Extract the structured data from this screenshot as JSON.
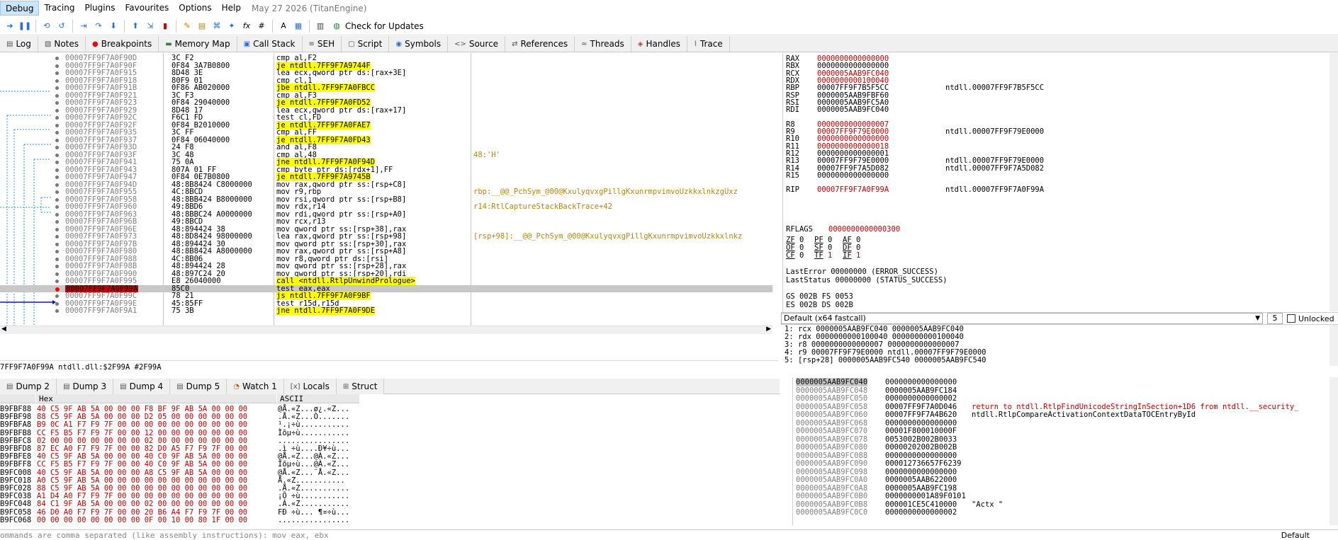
{
  "menu": {
    "items": [
      "Debug",
      "Tracing",
      "Plugins",
      "Favourites",
      "Options",
      "Help"
    ],
    "date": "May 27 2026 (TitanEngine)"
  },
  "toolbar": {
    "check_updates": "Check for Updates"
  },
  "tabs": [
    "Log",
    "Notes",
    "Breakpoints",
    "Memory Map",
    "Call Stack",
    "SEH",
    "Script",
    "Symbols",
    "Source",
    "References",
    "Threads",
    "Handles",
    "Trace"
  ],
  "disasm": [
    {
      "addr": "00007FF9F7A0F90D",
      "bytes": "3C F2",
      "instr": "cmp al,F2",
      "cmt": ""
    },
    {
      "addr": "00007FF9F7A0F90F",
      "bytes": "0F84 3A7B0800",
      "instr": "je ntdll.7FF9F7A9744F",
      "cmt": "",
      "j": true
    },
    {
      "addr": "00007FF9F7A0F915",
      "bytes": "8D48 3E",
      "instr": "lea ecx,qword ptr ds:[rax+3E]",
      "cmt": ""
    },
    {
      "addr": "00007FF9F7A0F918",
      "bytes": "80F9 01",
      "instr": "cmp cl,1",
      "cmt": ""
    },
    {
      "addr": "00007FF9F7A0F91B",
      "bytes": "0F86 AB020000",
      "instr": "jbe ntdll.7FF9F7A0FBCC",
      "cmt": "",
      "j": true
    },
    {
      "addr": "00007FF9F7A0F921",
      "bytes": "3C F3",
      "instr": "cmp al,F3",
      "cmt": ""
    },
    {
      "addr": "00007FF9F7A0F923",
      "bytes": "0F84 29040000",
      "instr": "je ntdll.7FF9F7A0FD52",
      "cmt": "",
      "j": true
    },
    {
      "addr": "00007FF9F7A0F929",
      "bytes": "8D48 17",
      "instr": "lea ecx,qword ptr ds:[rax+17]",
      "cmt": ""
    },
    {
      "addr": "00007FF9F7A0F92C",
      "bytes": "F6C1 FD",
      "instr": "test cl,FD",
      "cmt": ""
    },
    {
      "addr": "00007FF9F7A0F92F",
      "bytes": "0F84 B2010000",
      "instr": "je ntdll.7FF9F7A0FAE7",
      "cmt": "",
      "j": true
    },
    {
      "addr": "00007FF9F7A0F935",
      "bytes": "3C FF",
      "instr": "cmp al,FF",
      "cmt": ""
    },
    {
      "addr": "00007FF9F7A0F937",
      "bytes": "0F84 06040000",
      "instr": "je ntdll.7FF9F7A0FD43",
      "cmt": "",
      "j": true
    },
    {
      "addr": "00007FF9F7A0F93D",
      "bytes": "24 F8",
      "instr": "and al,F8",
      "cmt": ""
    },
    {
      "addr": "00007FF9F7A0F93F",
      "bytes": "3C 48",
      "instr": "cmp al,48",
      "cmt": "48:'H'"
    },
    {
      "addr": "00007FF9F7A0F941",
      "bytes": "75 0A",
      "instr": "jne ntdll.7FF9F7A0F94D",
      "cmt": "",
      "j": true
    },
    {
      "addr": "00007FF9F7A0F943",
      "bytes": "807A 01 FF",
      "instr": "cmp byte ptr ds:[rdx+1],FF",
      "cmt": ""
    },
    {
      "addr": "00007FF9F7A0F947",
      "bytes": "0F84 0E7B0800",
      "instr": "je ntdll.7FF9F7A9745B",
      "cmt": "",
      "j": true
    },
    {
      "addr": "00007FF9F7A0F94D",
      "bytes": "48:8B8424 C8000000",
      "instr": "mov rax,qword ptr ss:[rsp+C8]",
      "cmt": ""
    },
    {
      "addr": "00007FF9F7A0F955",
      "bytes": "4C:8BCD",
      "instr": "mov r9,rbp",
      "cmt": "rbp:__@@_PchSym_@00@KxulyqvxgPillgKxunrmpvimvoUzkkxlnkzgUxz"
    },
    {
      "addr": "00007FF9F7A0F958",
      "bytes": "48:8BB424 B8000000",
      "instr": "mov rsi,qword ptr ss:[rsp+B8]",
      "cmt": ""
    },
    {
      "addr": "00007FF9F7A0F960",
      "bytes": "49:8BD6",
      "instr": "mov rdx,r14",
      "cmt": "r14:RtlCaptureStackBackTrace+42"
    },
    {
      "addr": "00007FF9F7A0F963",
      "bytes": "48:8BBC24 A0000000",
      "instr": "mov rdi,qword ptr ss:[rsp+A0]",
      "cmt": ""
    },
    {
      "addr": "00007FF9F7A0F96B",
      "bytes": "49:8BCD",
      "instr": "mov rcx,r13",
      "cmt": ""
    },
    {
      "addr": "00007FF9F7A0F96E",
      "bytes": "48:894424 38",
      "instr": "mov qword ptr ss:[rsp+38],rax",
      "cmt": ""
    },
    {
      "addr": "00007FF9F7A0F973",
      "bytes": "48:8D8424 98000000",
      "instr": "lea rax,qword ptr ss:[rsp+98]",
      "cmt": "[rsp+98]:__@@_PchSym_@00@KxulyqvxgPillgKxunrmpvimvoUzkkxlnkz"
    },
    {
      "addr": "00007FF9F7A0F97B",
      "bytes": "48:894424 30",
      "instr": "mov qword ptr ss:[rsp+30],rax",
      "cmt": ""
    },
    {
      "addr": "00007FF9F7A0F980",
      "bytes": "48:8B8424 A8000000",
      "instr": "mov rax,qword ptr ss:[rsp+A8]",
      "cmt": ""
    },
    {
      "addr": "00007FF9F7A0F988",
      "bytes": "4C:8B06",
      "instr": "mov r8,qword ptr ds:[rsi]",
      "cmt": ""
    },
    {
      "addr": "00007FF9F7A0F98B",
      "bytes": "48:894424 28",
      "instr": "mov qword ptr ss:[rsp+28],rax",
      "cmt": ""
    },
    {
      "addr": "00007FF9F7A0F990",
      "bytes": "48:897C24 20",
      "instr": "mov qword ptr ss:[rsp+20],rdi",
      "cmt": ""
    },
    {
      "addr": "00007FF9F7A0F995",
      "bytes": "E8 26040000",
      "instr": "call <ntdll.RtlpUnwindPrologue>",
      "cmt": "",
      "c": true
    },
    {
      "addr": "00007FF9F7A0F99A",
      "bytes": "85C0",
      "instr": "test eax,eax",
      "cmt": "",
      "sel": true
    },
    {
      "addr": "00007FF9F7A0F99C",
      "bytes": "78 21",
      "instr": "js ntdll.7FF9F7A0F9BF",
      "cmt": "",
      "j": true
    },
    {
      "addr": "00007FF9F7A0F99E",
      "bytes": "45:85FF",
      "instr": "test r15d,r15d",
      "cmt": ""
    },
    {
      "addr": "00007FF9F7A0F9A1",
      "bytes": "75 3B",
      "instr": "jne ntdll.7FF9F7A0F9DE",
      "cmt": "",
      "j": true
    }
  ],
  "registers": [
    {
      "name": "RAX",
      "val": "0000000000000000",
      "cmt": "",
      "red": true
    },
    {
      "name": "RBX",
      "val": "0000000000000000",
      "cmt": "",
      "red": false
    },
    {
      "name": "RCX",
      "val": "0000005AAB9FC040",
      "cmt": "",
      "red": true
    },
    {
      "name": "RDX",
      "val": "0000000000100040",
      "cmt": "",
      "red": true
    },
    {
      "name": "RBP",
      "val": "00007FF9F7B5F5CC",
      "cmt": "ntdll.00007FF9F7B5F5CC",
      "red": false
    },
    {
      "name": "RSP",
      "val": "0000005AAB9FBF60",
      "cmt": "",
      "red": false
    },
    {
      "name": "RSI",
      "val": "0000005AAB9FC5A0",
      "cmt": "",
      "red": false
    },
    {
      "name": "RDI",
      "val": "0000005AAB9FC040",
      "cmt": "",
      "red": false
    },
    {
      "name": "",
      "val": "",
      "cmt": "",
      "red": false
    },
    {
      "name": "R8",
      "val": "0000000000000007",
      "cmt": "",
      "red": true
    },
    {
      "name": "R9",
      "val": "00007FF9F79E0000",
      "cmt": "ntdll.00007FF9F79E0000",
      "red": true
    },
    {
      "name": "R10",
      "val": "0000000000000000",
      "cmt": "",
      "red": true
    },
    {
      "name": "R11",
      "val": "0000000000000018",
      "cmt": "",
      "red": true
    },
    {
      "name": "R12",
      "val": "0000000000000001",
      "cmt": "",
      "red": false
    },
    {
      "name": "R13",
      "val": "00007FF9F79E0000",
      "cmt": "ntdll.00007FF9F79E0000",
      "red": false
    },
    {
      "name": "R14",
      "val": "00007FF9F7A5D082",
      "cmt": "ntdll.00007FF9F7A5D082",
      "red": false
    },
    {
      "name": "R15",
      "val": "0000000000000000",
      "cmt": "",
      "red": false
    },
    {
      "name": "",
      "val": "",
      "cmt": "",
      "red": false
    },
    {
      "name": "RIP",
      "val": "00007FF9F7A0F99A",
      "cmt": "ntdll.00007FF9F7A0F99A",
      "red": true
    }
  ],
  "rflags": {
    "label": "RFLAGS",
    "val": "0000000000000300"
  },
  "flags": [
    {
      "n1": "ZF",
      "v1": "0",
      "n2": "PF",
      "v2": "0",
      "n3": "AF",
      "v3": "0"
    },
    {
      "n1": "OF",
      "v1": "0",
      "n2": "SF",
      "v2": "0",
      "n3": "DF",
      "v3": "0"
    },
    {
      "n1": "CF",
      "v1": "0",
      "n2": "TF",
      "v2": "1",
      "n3": "IF",
      "v3": "1"
    }
  ],
  "last_error": "LastError  00000000 (ERROR_SUCCESS)",
  "last_status": "LastStatus 00000000 (STATUS_SUCCESS)",
  "segments": [
    "GS 002B  FS 0053",
    "ES 002B  DS 002B"
  ],
  "callconv": {
    "label": "Default (x64 fastcall)",
    "count": "5",
    "unlocked": "Unlocked"
  },
  "args": [
    "1: rcx 0000005AAB9FC040 0000005AAB9FC040",
    "2: rdx 0000000000100040 0000000000100040",
    "3: r8 0000000000000007 0000000000000007",
    "4: r9 00007FF9F79E0000 ntdll.00007FF9F79E0000",
    "5: [rsp+28] 0000005AAB9FC540 0000005AAB9FC540"
  ],
  "info_line": "7FF9F7A0F99A ntdll.dll:$2F99A #2F99A",
  "dump_tabs": [
    "Dump 2",
    "Dump 3",
    "Dump 4",
    "Dump 5",
    "Watch 1",
    "Locals",
    "Struct"
  ],
  "dump_head": {
    "hex": "Hex",
    "ascii": "ASCII"
  },
  "dump": [
    {
      "addr": "B9FBF88",
      "hex": "40 C5 9F AB 5A 00 00 00 F8 BF 9F AB 5A 00 00 00",
      "ascii": "@Å.«Z...ø¿.«Z..."
    },
    {
      "addr": "B9FBF98",
      "hex": "88 C5 9F AB 5A 00 00 00 D2 05 00 00 00 00 00 00",
      "ascii": ".Å.«Z...Ò......."
    },
    {
      "addr": "B9FBFA8",
      "hex": "B9 0C A1 F7 F9 7F 00 00 00 00 00 00 00 00 00 00",
      "ascii": "¹.¡÷ù..........."
    },
    {
      "addr": "B9FBFB8",
      "hex": "CC F5 B5 F7 F9 7F 00 00 12 00 00 00 00 00 00 00",
      "ascii": "Ìõµ÷ù..........."
    },
    {
      "addr": "B9FBFC8",
      "hex": "02 00 00 00 00 00 00 00 02 00 00 00 00 00 00 00",
      "ascii": "................"
    },
    {
      "addr": "B9FBFD8",
      "hex": "87 EC A0 F7 F9 7F 00 00 82 D0 A5 F7 F9 7F 00 00",
      "ascii": ".ì ÷ù....Ð¥÷ù..."
    },
    {
      "addr": "B9FBFE8",
      "hex": "40 C5 9F AB 5A 00 00 00 40 C0 9F AB 5A 00 00 00",
      "ascii": "@Å.«Z...@À.«Z..."
    },
    {
      "addr": "B9FBFF8",
      "hex": "CC F5 B5 F7 F9 7F 00 00 40 C0 9F AB 5A 00 00 00",
      "ascii": "Ìõµ÷ù...@À.«Z..."
    },
    {
      "addr": "B9FC008",
      "hex": "40 C5 9F AB 5A 00 00 00 A8 C5 9F AB 5A 00 00 00",
      "ascii": "@Å.«Z...¨Å.«Z..."
    },
    {
      "addr": "B9FC018",
      "hex": "A0 C5 9F AB 5A 00 00 00 00 00 00 00 00 00 00 00",
      "ascii": " Å.«Z..........."
    },
    {
      "addr": "B9FC028",
      "hex": "88 C5 9F AB 5A 00 00 00 00 00 00 00 00 00 00 00",
      "ascii": ".Å.«Z..........."
    },
    {
      "addr": "B9FC038",
      "hex": "A1 D4 A0 F7 F9 7F 00 00 00 00 00 00 00 00 00 00",
      "ascii": "¡Ô ÷ù..........."
    },
    {
      "addr": "B9FC048",
      "hex": "84 C1 9F AB 5A 00 00 00 02 00 00 00 00 00 00 00",
      "ascii": ".Á.«Z..........."
    },
    {
      "addr": "B9FC058",
      "hex": "46 D0 A0 F7 F9 7F 00 00 20 B6 A4 F7 F9 7F 00 00",
      "ascii": "FÐ ÷ù... ¶¤÷ù..."
    },
    {
      "addr": "B9FC068",
      "hex": "00 00 00 00 00 00 00 00 0F 00 10 00 80 1F 00 00",
      "ascii": "................"
    }
  ],
  "stack": [
    {
      "addr": "0000005AAB9FC040",
      "val": "0000000000000000",
      "cmt": ""
    },
    {
      "addr": "0000005AAB9FC048",
      "val": "0000005AAB9FC184",
      "cmt": ""
    },
    {
      "addr": "0000005AAB9FC050",
      "val": "0000000000000002",
      "cmt": ""
    },
    {
      "addr": "0000005AAB9FC058",
      "val": "00007FF9F7A0D046",
      "cmt": "return to ntdll.RtlpFindUnicodeStringInSection+1D6 from ntdll.__security_",
      "ret": true
    },
    {
      "addr": "0000005AAB9FC060",
      "val": "00007FF9F7A4B620",
      "cmt": "ntdll.RtlpCompareActivationContextDataTOCEntryById"
    },
    {
      "addr": "0000005AAB9FC068",
      "val": "0000000000000000",
      "cmt": ""
    },
    {
      "addr": "0000005AAB9FC070",
      "val": "00001F800010000F",
      "cmt": ""
    },
    {
      "addr": "0000005AAB9FC078",
      "val": "0053002B002B0033",
      "cmt": ""
    },
    {
      "addr": "0000005AAB9FC080",
      "val": "00000202002B002B",
      "cmt": ""
    },
    {
      "addr": "0000005AAB9FC088",
      "val": "0000000000000000",
      "cmt": ""
    },
    {
      "addr": "0000005AAB9FC090",
      "val": "000012736657F6239",
      "cmt": ""
    },
    {
      "addr": "0000005AAB9FC098",
      "val": "0000000000000000",
      "cmt": ""
    },
    {
      "addr": "0000005AAB9FC0A0",
      "val": "0000005AAB622000",
      "cmt": ""
    },
    {
      "addr": "0000005AAB9FC0A8",
      "val": "0000005AAB9FC198",
      "cmt": ""
    },
    {
      "addr": "0000005AAB9FC0B0",
      "val": "0000000001A89F0101",
      "cmt": ""
    },
    {
      "addr": "0000005AAB9FC0B8",
      "val": "000001CE5C410000",
      "cmt": "\"Actx \""
    },
    {
      "addr": "0000005AAB9FC0C0",
      "val": "0000000000000002",
      "cmt": ""
    }
  ],
  "command": {
    "placeholder": "ommands are comma separated (like assembly instructions): mov eax, ebx",
    "default": "Default"
  }
}
